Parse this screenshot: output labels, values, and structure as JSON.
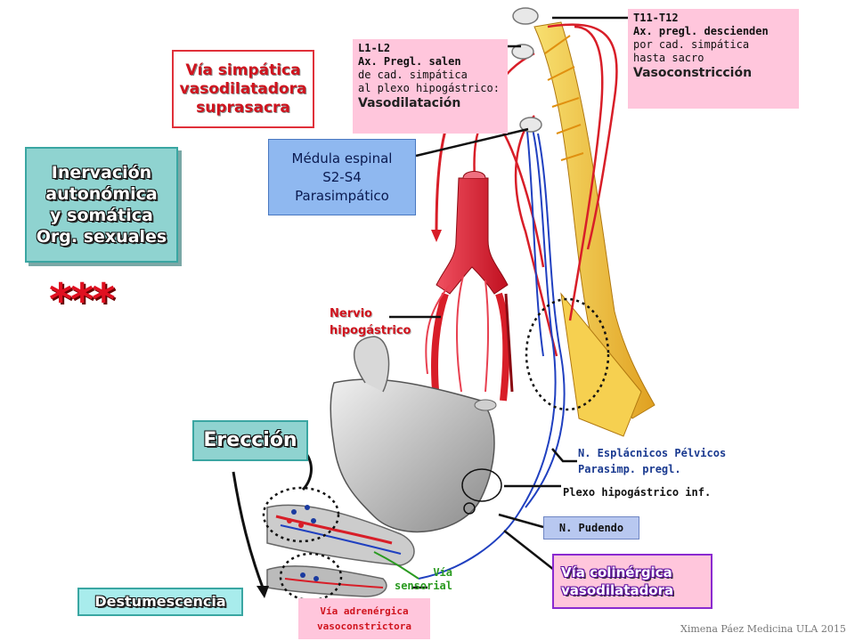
{
  "title_box": {
    "lines": [
      "Inervación",
      "autonómica",
      "y somática",
      "Org. sexuales"
    ]
  },
  "stars": "***",
  "simpatica_box": {
    "lines": [
      "Vía simpática",
      "vasodilatadora",
      "suprasacra"
    ]
  },
  "l1_box": {
    "lines": [
      "L1-L2",
      "Ax. Pregl. salen",
      "de cad. simpática",
      "al plexo hipogástrico:"
    ],
    "conclusion": "Vasodilatación"
  },
  "t11_box": {
    "lines": [
      "T11-T12",
      "Ax. pregl. descienden",
      "por cad. simpática",
      "hasta sacro"
    ],
    "conclusion": "Vasoconstricción"
  },
  "medula_box": {
    "lines": [
      "Médula espinal",
      "S2-S4",
      "Parasimpático"
    ]
  },
  "nervio": {
    "lines": [
      "Nervio",
      "hipogástrico"
    ]
  },
  "ereccion": "Erección",
  "destumescencia": "Destumescencia",
  "esplacnicos": {
    "lines": [
      "N. Esplácnicos Pélvicos",
      "Parasimp. pregl."
    ]
  },
  "plexo": "Plexo hipogástrico inf.",
  "pudendo": "N. Pudendo",
  "colinergica": {
    "lines": [
      "Vía colinérgica",
      "vasodilatadora"
    ]
  },
  "sensorial": {
    "lines": [
      "Vía",
      "sensorial"
    ]
  },
  "adrenergica": {
    "lines": [
      "Vía adrenérgica",
      "vasoconstrictora"
    ]
  },
  "credit": "Ximena Páez Medicina ULA 2015",
  "colors": {
    "artery_red": "#d81e28",
    "nerve_yellow": "#f2c230",
    "nerve_blue": "#2040c0",
    "pink_box": "#ffc6dc",
    "teal_box": "#8fd3d0"
  }
}
